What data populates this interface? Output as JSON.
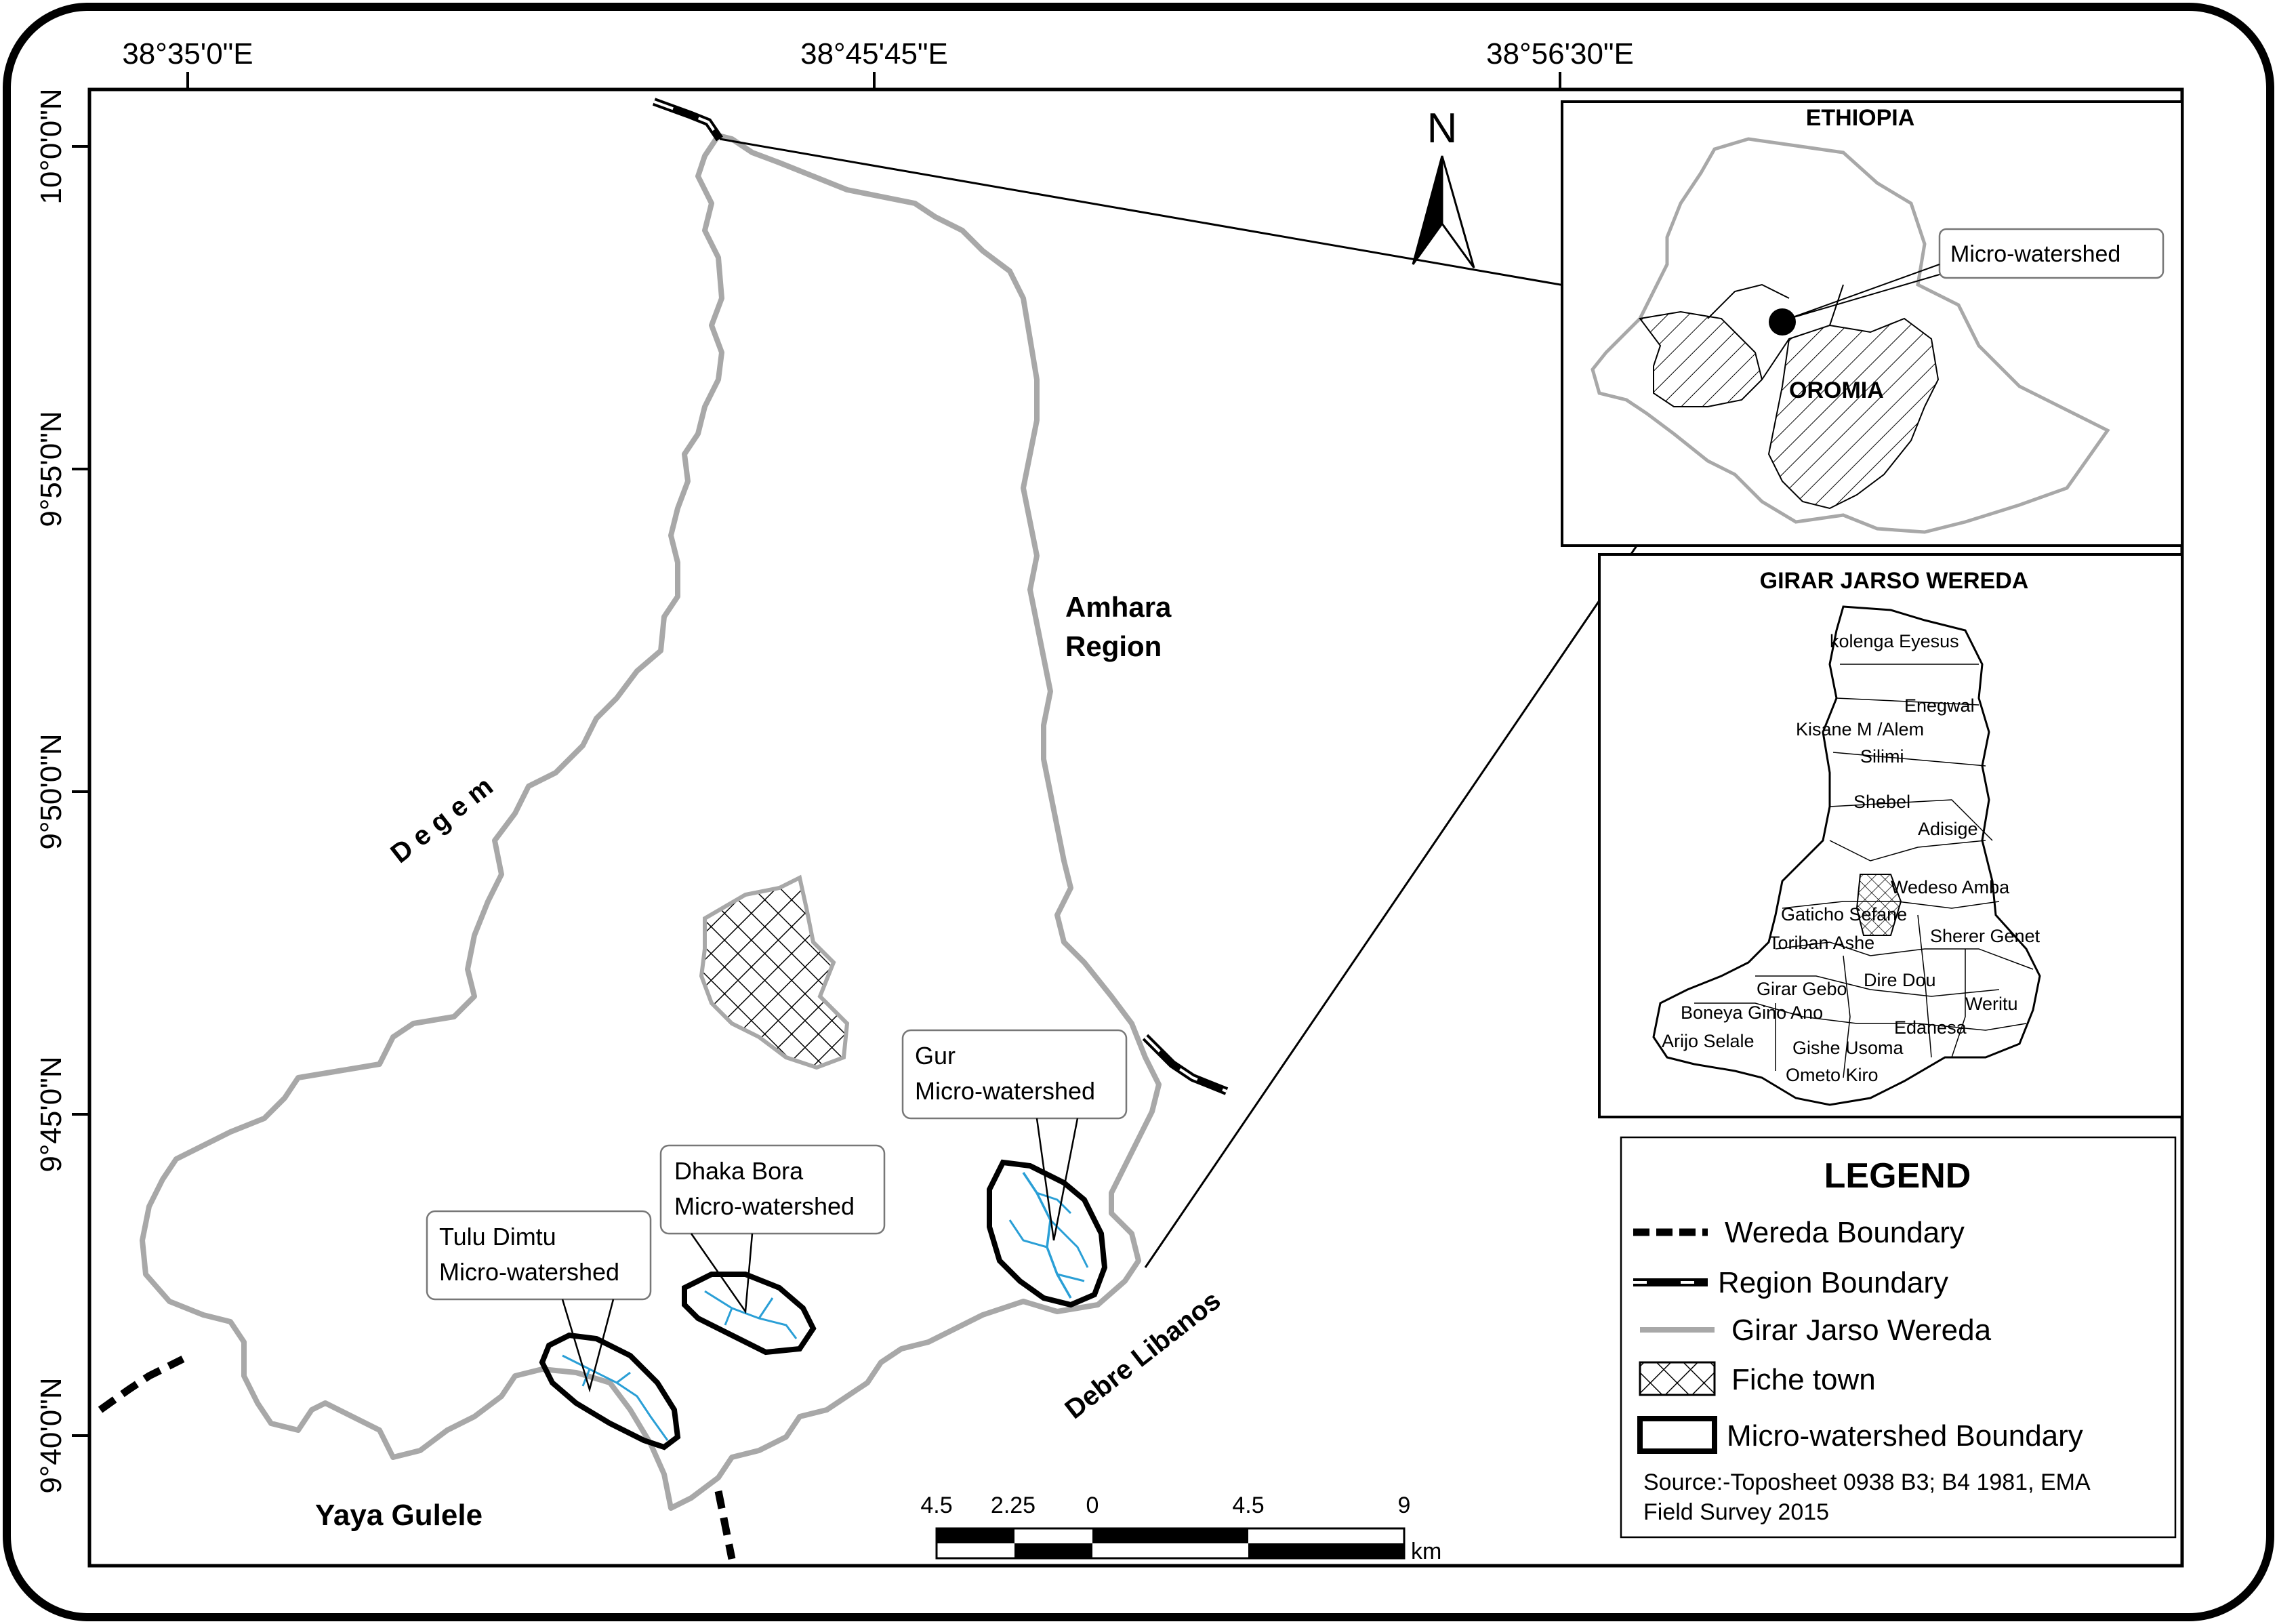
{
  "coordinates": {
    "longitude": [
      "38°35'0\"E",
      "38°45'45\"E",
      "38°56'30\"E"
    ],
    "latitude": [
      "10°0'0\"N",
      "9°55'0\"N",
      "9°50'0\"N",
      "9°45'0\"N",
      "9°40'0\"N"
    ]
  },
  "map_labels": {
    "degem": "D e g e m",
    "amhara_line1": "Amhara",
    "amhara_line2": "Region",
    "debre_libanos": "Debre Libanos",
    "yaya_gulele": "Yaya Gulele"
  },
  "callouts": {
    "gur": [
      "Gur",
      "Micro-watershed"
    ],
    "dhaka_bora": [
      "Dhaka Bora",
      "Micro-watershed"
    ],
    "tulu_dimtu": [
      "Tulu Dimtu",
      "Micro-watershed"
    ]
  },
  "north_arrow": {
    "label": "N"
  },
  "inset_ethiopia": {
    "title": "ETHIOPIA",
    "region_label": "OROMIA",
    "callout": "Micro-watershed"
  },
  "inset_wereda": {
    "title": "GIRAR JARSO WEREDA",
    "kebeles": [
      "kolenga Eyesus",
      "Enegwal",
      "Kisane M /Alem",
      "Silimi",
      "Shebel",
      "Adisige",
      "Wedeso Amba",
      "Gaticho Sefane",
      "Sherer Genet",
      "Toriban Ashe",
      "Dire Dou",
      "Girar Gebo",
      "Weritu",
      "Boneya Gino Ano",
      "Edanesa",
      "Arijo Selale",
      "Gishe Usoma",
      "Ometo Kiro"
    ]
  },
  "legend": {
    "title": "LEGEND",
    "items": [
      "Wereda Boundary",
      "Region Boundary",
      "Girar Jarso Wereda",
      "Fiche town",
      "Micro-watershed Boundary"
    ],
    "source_line1": "Source:-Toposheet 0938 B3;  B4 1981, EMA",
    "source_line2": "Field Survey 2015"
  },
  "scale_bar": {
    "labels": [
      "4.5",
      "2.25",
      "0",
      "4.5",
      "9"
    ],
    "unit": "km"
  },
  "colors": {
    "wereda_outline": "#a8a8a8",
    "stream": "#2a9fd6",
    "boundary": "#000000"
  }
}
